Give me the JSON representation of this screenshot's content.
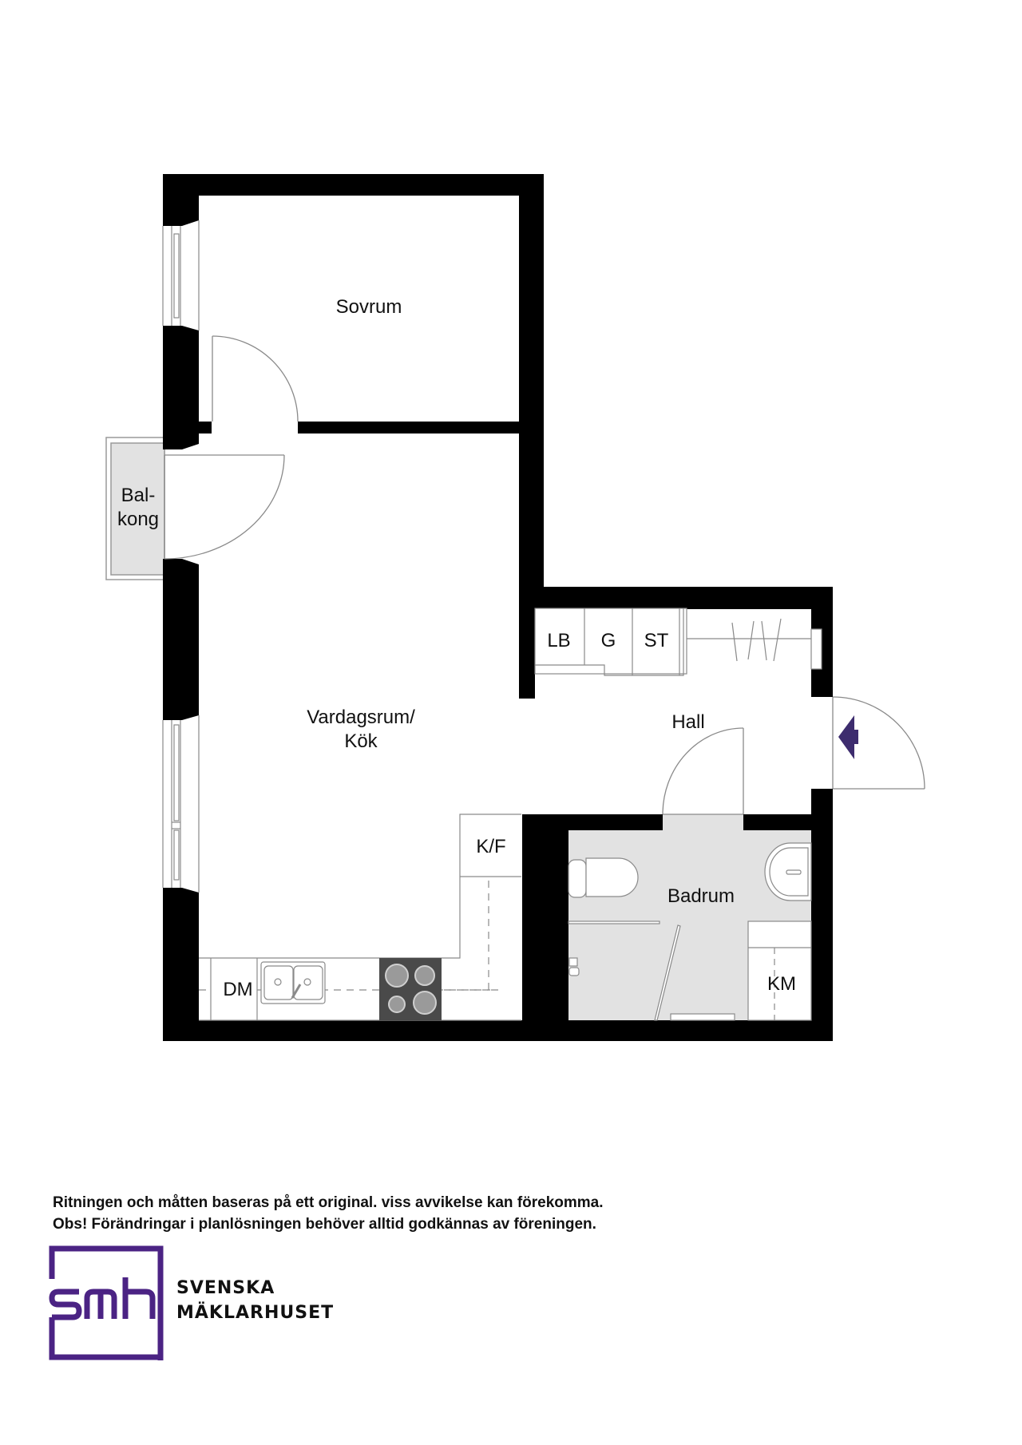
{
  "floorplan": {
    "rooms": {
      "sovrum": "Sovrum",
      "vardagsrum_line1": "Vardagsrum/",
      "vardagsrum_line2": "Kök",
      "balkong_line1": "Bal-",
      "balkong_line2": "kong",
      "hall": "Hall",
      "badrum": "Badrum"
    },
    "fixtures": {
      "lb": "LB",
      "g": "G",
      "st": "ST",
      "kf": "K/F",
      "dm": "DM",
      "km": "KM"
    },
    "colors": {
      "wall": "#000000",
      "wet_floor": "#e2e2e2",
      "balcony": "#e2e2e2",
      "stove": "#4a4a4a",
      "entrance_arrow": "#3d2c6e",
      "line": "#8a8a8a"
    }
  },
  "footer": {
    "disclaimer_line1": "Ritningen och måtten baseras på ett original. viss avvikelse kan förekomma.",
    "disclaimer_line2": "Obs! Förändringar i planlösningen behöver alltid godkännas av föreningen."
  },
  "brand": {
    "logo_text": "smh",
    "name_line1": "SVENSKA",
    "name_line2": "MÄKLARHUSET",
    "color": "#4b2384"
  }
}
